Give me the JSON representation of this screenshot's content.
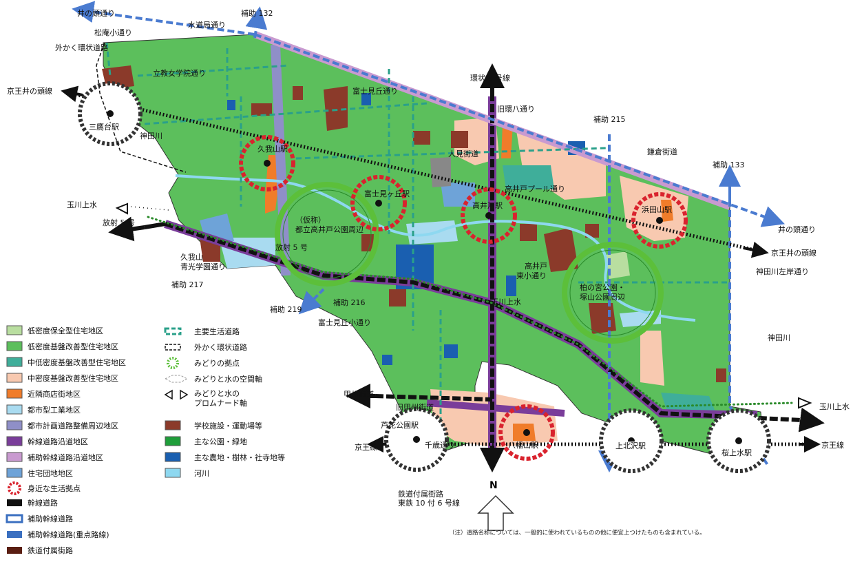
{
  "map": {
    "labels": {
      "inokashira_dori": "井の頭通り",
      "hojo132": "補助 132",
      "suidokyoku_dori": "水道局通り",
      "shoan_sho_dori": "松庵小通り",
      "gaikaku_kanjo": "外かく環状道路",
      "keio_inokashira_line_w": "京王井の頭線",
      "rikkyo_dori": "立教女学院通り",
      "fujimigaoka_dori": "富士見丘通り",
      "kanjo8": "環状 8 号線",
      "kyu_kanpachi": "旧環八通り",
      "hojo215": "補助 215",
      "kamakura_kaido": "鎌倉街道",
      "hojo133": "補助 133",
      "mitakadai_eki": "三鷹台駅",
      "kandagawa_w": "神田川",
      "kugayama_eki": "久我山駅",
      "ninomiya_kaido": "人見街道",
      "fujimigaoka_eki": "富士見ヶ丘駅",
      "takaido_pool_dori": "高井戸プール通り",
      "takaido_eki": "高井戸駅",
      "hamadayama_eki": "浜田山駅",
      "tamagawa_josui_w": "玉川上水",
      "hoshya5": "放射 5 号",
      "park_name_1": "（仮称）",
      "park_name_2": "都立高井戸公園周辺",
      "inokashira_dori_e": "井の頭通り",
      "keio_inokashira_line_e": "京王井の頭線",
      "hoshya5_2": "放射 5 号",
      "kugayama_seiko": "久我山",
      "kugayama_seiko_2": "青光学園通り",
      "hojo217": "補助 217",
      "takaido_higashi": "高井戸",
      "takaido_higashi_2": "東小通り",
      "kandagawa_sagan": "神田川左岸通り",
      "miyanomae_1": "柏の宮公園・",
      "miyanomae_2": "塚山公園周辺",
      "hojo216": "補助 216",
      "hojo219": "補助 219",
      "fujimigaoka_sho": "富士見丘小通り",
      "tamagawa_josui_c": "玉川上水",
      "kandagawa_e": "神田川",
      "koshu_kaido": "甲州街道",
      "kyu_koshu": "旧甲州街道",
      "roka_koen_eki": "芦花公園駅",
      "keio_line_w": "京王線",
      "chitose_dori": "千歳通り",
      "hachimanyama_eki": "八幡山駅",
      "kamikitazawa_eki": "上北沢駅",
      "sakurajosui_eki": "桜上水駅",
      "keio_line_e": "京王線",
      "tamagawa_josui_e": "玉川上水",
      "tetsudo_fuzoku": "鉄道付属街路",
      "toutetsu": "東鉄 10 付 6 号線",
      "north": "N",
      "note": "（注）道路名称については、一般的に使われているものの他に便宜上つけたものも含まれている。"
    }
  },
  "legend": {
    "left": [
      {
        "label": "低密度保全型住宅地区",
        "color": "#b9dea0"
      },
      {
        "label": "低密度基盤改善型住宅地区",
        "color": "#5cbf5c"
      },
      {
        "label": "中低密度基盤改善型住宅地区",
        "color": "#3fae9a"
      },
      {
        "label": "中密度基盤改善型住宅地区",
        "color": "#f8c9b0"
      },
      {
        "label": "近隣商店街地区",
        "color": "#f07c2a"
      },
      {
        "label": "都市型工業地区",
        "color": "#a9dbf0"
      },
      {
        "label": "都市計画道路整備周辺地区",
        "color": "#8f8fc8"
      },
      {
        "label": "幹線道路沿道地区",
        "color": "#7a3d9a"
      },
      {
        "label": "補助幹線道路沿道地区",
        "color": "#c99ad0"
      },
      {
        "label": "住宅団地地区",
        "color": "#6ea3d8"
      },
      {
        "label": "身近な生活拠点",
        "color": "#d9232e"
      },
      {
        "label": "幹線道路",
        "color": "#111111"
      },
      {
        "label": "補助幹線道路",
        "color": "#3a6fc0"
      },
      {
        "label": "補助幹線道路(重点路線)",
        "color": "#3a6fc0"
      },
      {
        "label": "鉄道付属街路",
        "color": "#5a1e12"
      }
    ],
    "right": [
      {
        "label": "主要生活道路",
        "color": "#2aa08a"
      },
      {
        "label": "外かく環状道路",
        "color": "#111111"
      },
      {
        "label": "みどりの拠点",
        "color": "#5cbf3a"
      },
      {
        "label": "みどりと水の空間軸",
        "color": "#999999"
      },
      {
        "label": "みどりと水の",
        "label2": "プロムナード軸",
        "color": "#111111"
      },
      {
        "label": "学校施設・運動場等",
        "color": "#8b3a2a"
      },
      {
        "label": "主な公園・緑地",
        "color": "#1f9e3a"
      },
      {
        "label": "主な農地・樹林・社寺地等",
        "color": "#1a5fb0"
      },
      {
        "label": "河川",
        "color": "#8ed8f0"
      }
    ]
  }
}
